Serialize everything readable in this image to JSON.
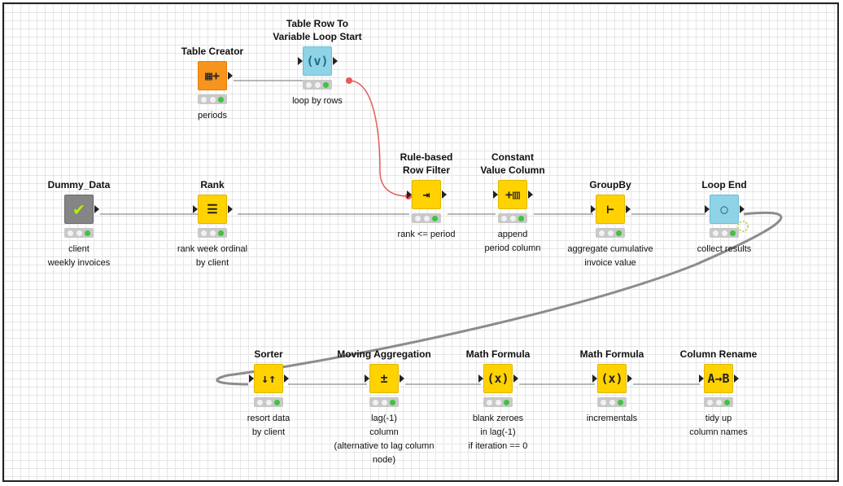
{
  "nodes": [
    {
      "id": "table-creator",
      "title": "Table Creator",
      "icon_symbol": "▦+",
      "icon_name": "table-creator-icon",
      "color": "orange",
      "desc": "periods",
      "has_in": false,
      "has_out": true
    },
    {
      "id": "table-row-to-variable-loop-start",
      "title": "Table Row To\nVariable Loop Start",
      "icon_symbol": "(v)",
      "icon_name": "loop-start-icon",
      "color": "cyan",
      "desc": "loop by rows",
      "has_in": true,
      "has_out": true
    },
    {
      "id": "dummy-data",
      "title": "Dummy_Data",
      "icon_symbol": "✔",
      "icon_name": "checkmark-icon",
      "color": "gray",
      "desc": "client\nweekly invoices",
      "has_in": false,
      "has_out": true
    },
    {
      "id": "rank",
      "title": "Rank",
      "icon_symbol": "☰",
      "icon_name": "rank-icon",
      "color": "yellow",
      "desc": "rank week ordinal\nby client",
      "has_in": true,
      "has_out": true
    },
    {
      "id": "rule-based-row-filter",
      "title": "Rule-based\nRow Filter",
      "icon_symbol": "⇥",
      "icon_name": "row-filter-icon",
      "color": "yellow",
      "desc": "rank <= period",
      "has_in": true,
      "has_out": true
    },
    {
      "id": "constant-value-column",
      "title": "Constant\nValue Column",
      "icon_symbol": "+▥",
      "icon_name": "constant-column-icon",
      "color": "yellow",
      "desc": "append\nperiod column",
      "has_in": true,
      "has_out": true
    },
    {
      "id": "groupby",
      "title": "GroupBy",
      "icon_symbol": "⊢",
      "icon_name": "groupby-icon",
      "color": "yellow",
      "desc": "aggregate cumulative\ninvoice value",
      "has_in": true,
      "has_out": true
    },
    {
      "id": "loop-end",
      "title": "Loop End",
      "icon_symbol": "◯",
      "icon_name": "loop-end-icon",
      "color": "cyan",
      "desc": "collect results",
      "has_in": true,
      "has_out": true
    },
    {
      "id": "sorter",
      "title": "Sorter",
      "icon_symbol": "↓↑",
      "icon_name": "sorter-icon",
      "color": "yellow",
      "desc": "resort data\nby client",
      "has_in": true,
      "has_out": true
    },
    {
      "id": "moving-aggregation",
      "title": "Moving Aggregation",
      "icon_symbol": "±",
      "icon_name": "moving-aggregation-icon",
      "color": "yellow",
      "desc": "lag(-1)\ncolumn\n(alternative to lag column node)",
      "has_in": true,
      "has_out": true
    },
    {
      "id": "math-formula-1",
      "title": "Math Formula",
      "icon_symbol": "(x)",
      "icon_name": "math-formula-icon",
      "color": "yellow",
      "desc": "blank zeroes\nin lag(-1)\nif iteration == 0",
      "has_in": true,
      "has_out": true
    },
    {
      "id": "math-formula-2",
      "title": "Math Formula",
      "icon_symbol": "(x)",
      "icon_name": "math-formula-icon",
      "color": "yellow",
      "desc": "incrementals",
      "has_in": true,
      "has_out": true
    },
    {
      "id": "column-rename",
      "title": "Column Rename",
      "icon_symbol": "A→B",
      "icon_name": "column-rename-icon",
      "color": "yellow",
      "desc": "tidy up\ncolumn names",
      "has_in": true,
      "has_out": true
    }
  ],
  "colors": {
    "yellow": "#ffd200",
    "orange": "#f7941d",
    "cyan": "#8fd3e6",
    "gray": "#858585",
    "variable_wire": "#e85a5a",
    "wire": "#8c8c8c",
    "ok_light": "#3ec43e"
  }
}
